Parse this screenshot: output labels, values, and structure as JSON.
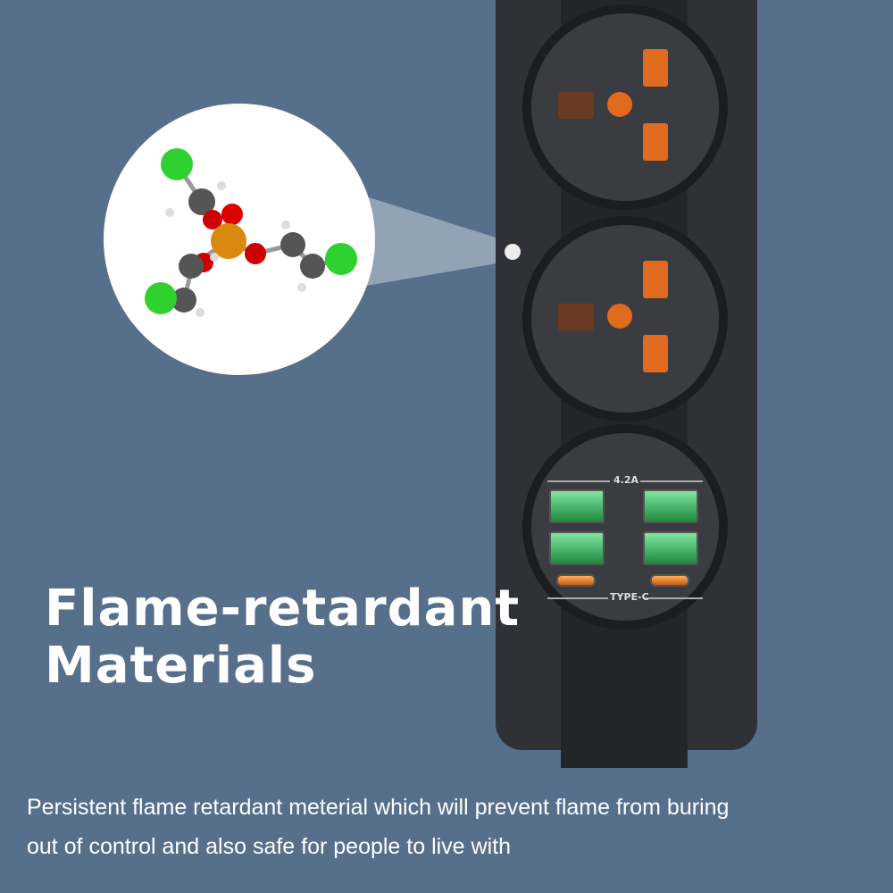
{
  "headline": {
    "line1": "Flame-retardant",
    "line2": "Materials"
  },
  "description": {
    "line1": "Persistent flame retardant meterial which will prevent flame from buring",
    "line2": "out of control and also safe for people to live with"
  },
  "product": {
    "usb_label": "4.2A",
    "typec_label": "TYPE-C"
  },
  "colors": {
    "background": "#56708c",
    "usb": "#2fa653",
    "outlet_pins": "#e06a1e"
  }
}
